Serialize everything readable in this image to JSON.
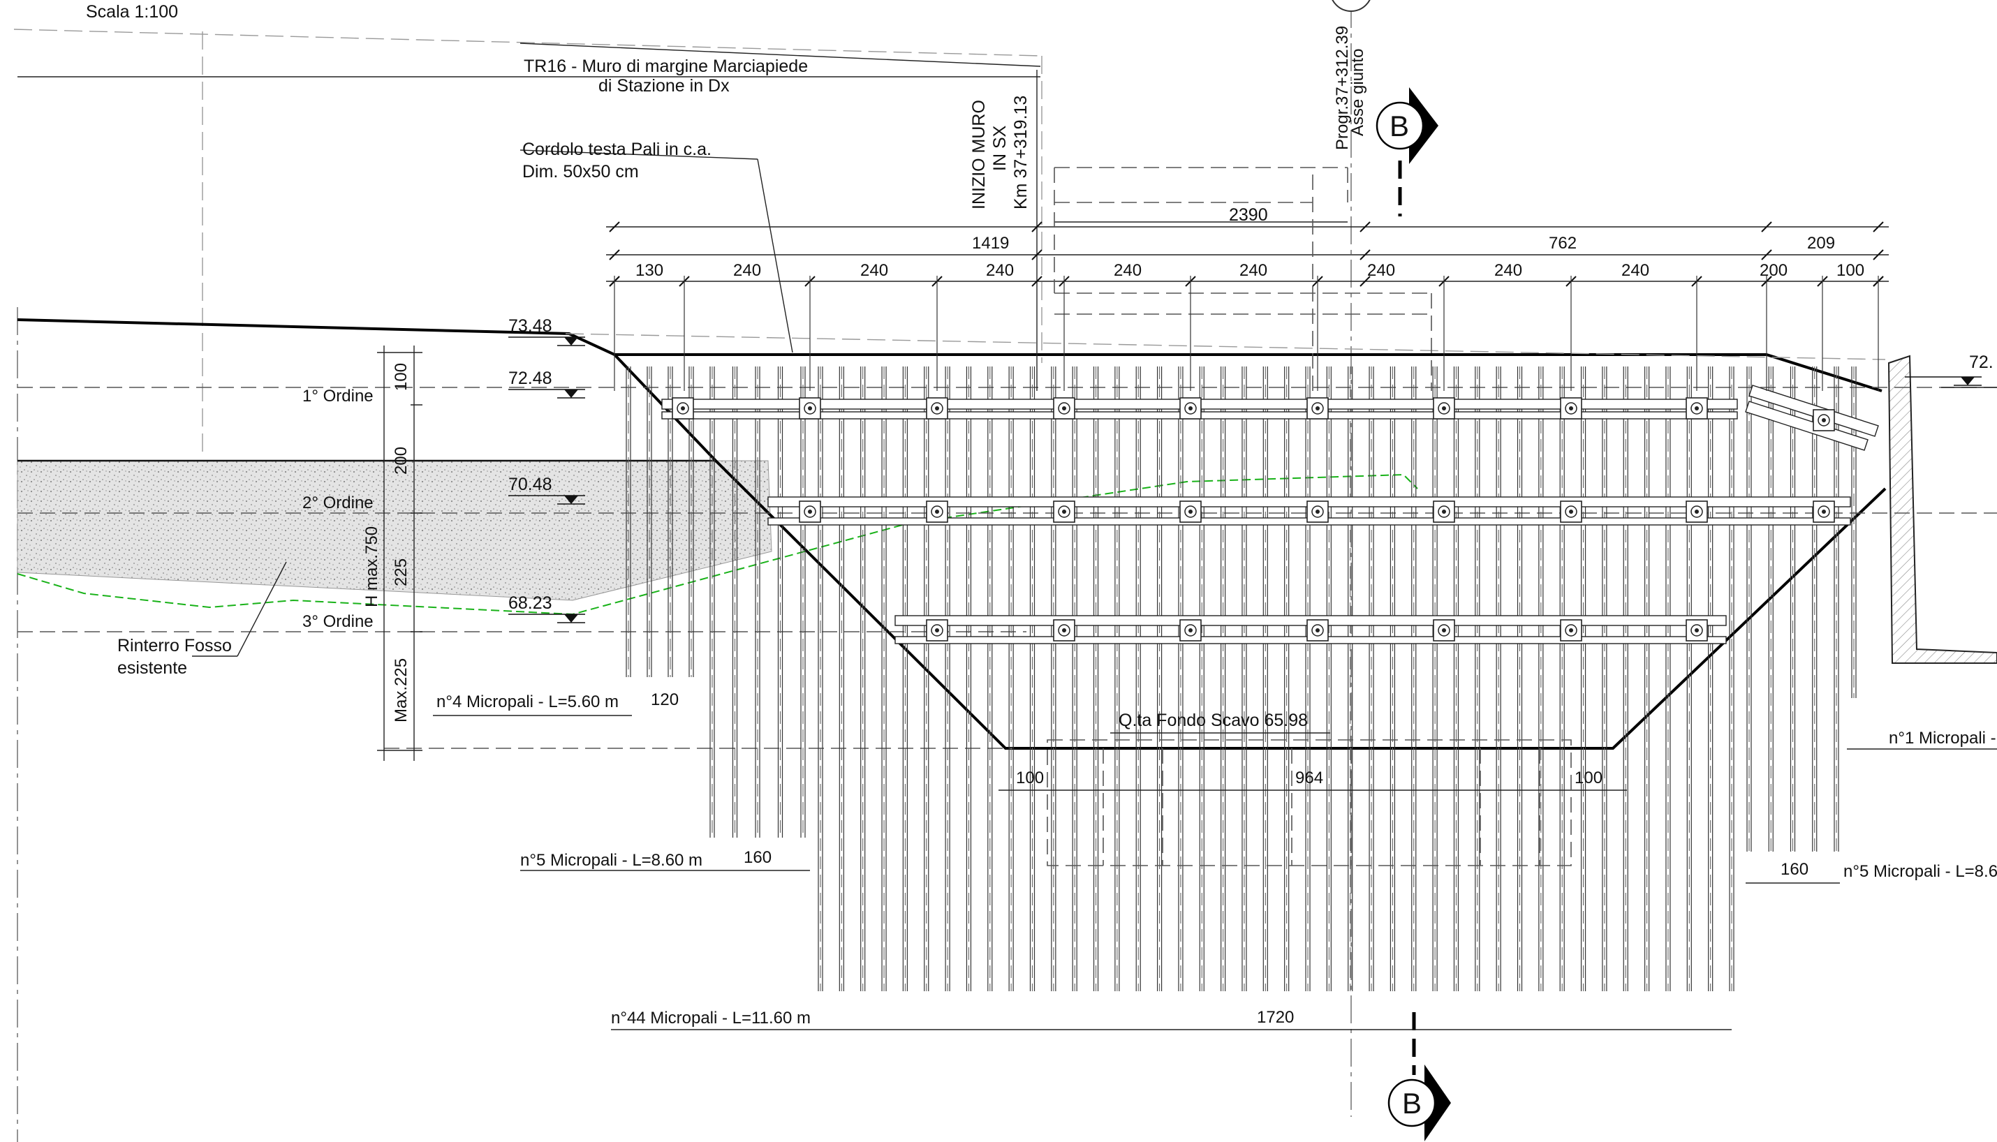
{
  "scale": "Scala 1:100",
  "header": {
    "wall_line1": "TR16 - Muro di  margine Marciapiede",
    "wall_line2": "di Stazione in Dx",
    "start_line1": "INIZIO MURO",
    "start_line2": "IN SX",
    "start_line3": "Km 37+319.13",
    "progr": "Progr.37+312.39",
    "joint": "Asse giunto",
    "section_mark": "B"
  },
  "labels": {
    "cordolo_line1": "Cordolo testa Pali in c.a.",
    "cordolo_line2": "Dim. 50x50 cm",
    "rinterro_line1": "Rinterro Fosso",
    "rinterro_line2": "esistente",
    "fondo_scavo": "Q.ta Fondo Scavo 65.98",
    "elev_right": "72."
  },
  "elevations": [
    "73.48",
    "72.48",
    "70.48",
    "68.23"
  ],
  "orders": [
    "1° Ordine",
    "2° Ordine",
    "3° Ordine"
  ],
  "vertical_dims": {
    "d100": "100",
    "d200": "200",
    "d225": "225",
    "hmax": "H max.750",
    "max225": "Max.225"
  },
  "top_dims": {
    "overall_2390": "2390",
    "span_1419": "1419",
    "span_762": "762",
    "span_209": "209",
    "spacing": [
      "130",
      "240",
      "240",
      "240",
      "240",
      "240",
      "240",
      "240",
      "240",
      "200",
      "100"
    ]
  },
  "micropiles": {
    "group_a": "n°4 Micropali - L=5.60 m",
    "group_a_spacing": "120",
    "group_b": "n°5 Micropali - L=8.60 m",
    "group_b_spacing": "160",
    "group_c": "n°44 Micropali - L=11.60 m",
    "group_c_width": "1720",
    "group_d": "n°1 Micropali -",
    "group_e": "n°5 Micropali - L=8.6",
    "group_e_spacing": "160"
  },
  "bottom_dims": {
    "left": "100",
    "mid": "964",
    "right": "100"
  }
}
